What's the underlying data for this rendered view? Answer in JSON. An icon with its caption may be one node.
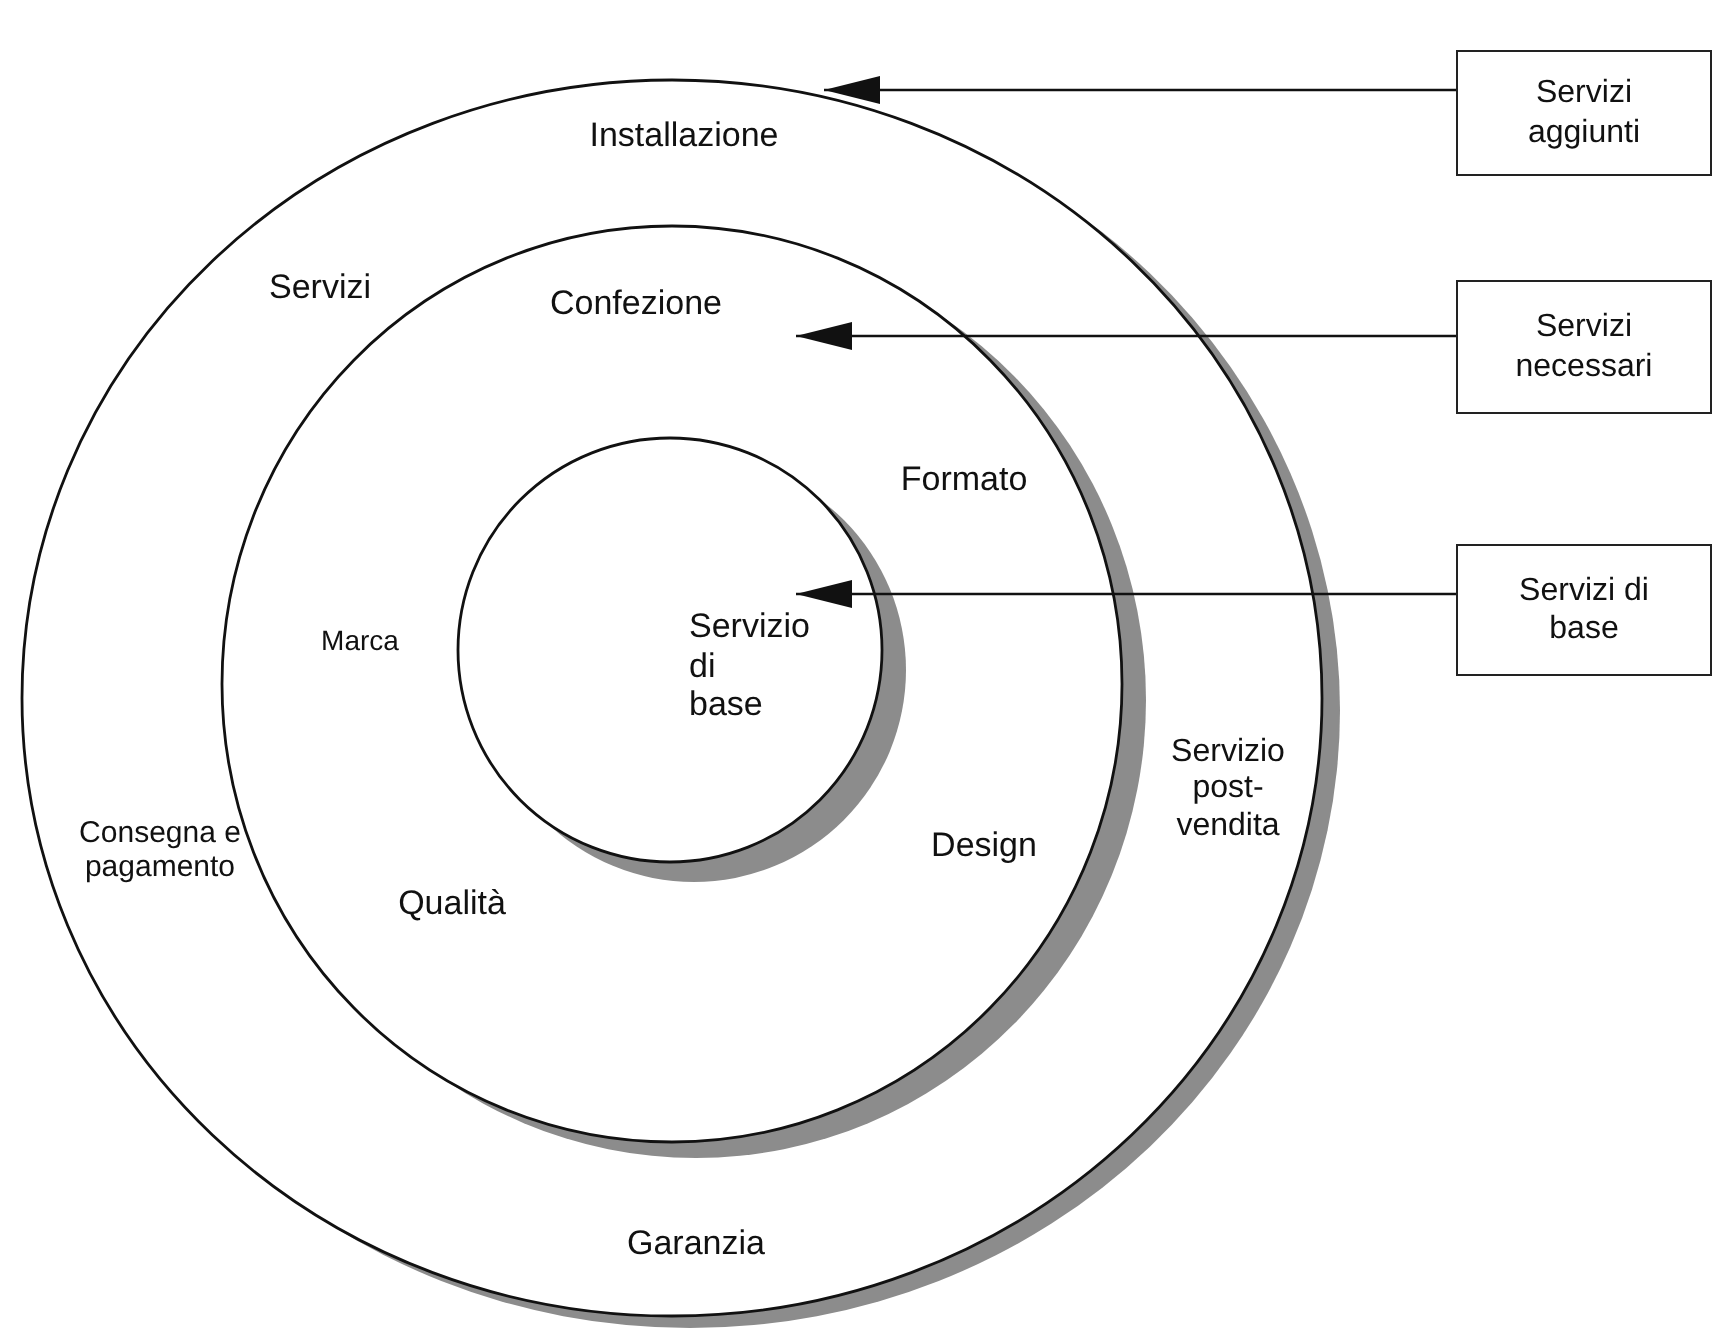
{
  "diagram": {
    "nodes": [
      {
        "text": [
          "Installazione",
          "Servizi",
          "Servizio post-vendita",
          "Consegna e pagamento",
          "Garanzia"
        ]
      },
      {
        "text": [
          "Confezione",
          "Formato",
          "Marca",
          "Design",
          "Qualità"
        ],
        "in": 0
      },
      {
        "text": [
          "Servizio di base"
        ],
        "in": 1
      },
      {
        "text": [
          "Servizi aggiunti"
        ]
      },
      {
        "text": [
          "Servizi necessari"
        ]
      },
      {
        "text": [
          "Servizi di base"
        ]
      }
    ],
    "edges": [
      {
        "from": 3,
        "to": 0,
        "arrow": "to"
      },
      {
        "from": 4,
        "to": 1,
        "arrow": "to"
      },
      {
        "from": 5,
        "to": 2,
        "arrow": "to"
      }
    ]
  }
}
